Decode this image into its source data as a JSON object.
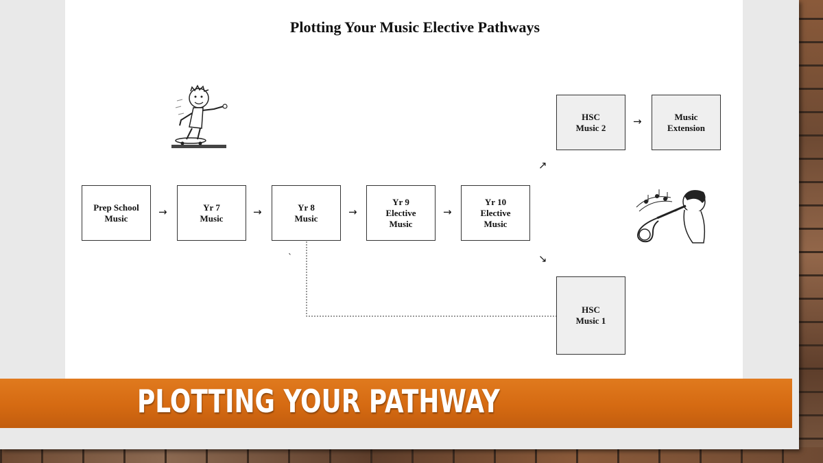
{
  "document": {
    "title": "Plotting Your Music Elective Pathways"
  },
  "pathway": {
    "prep_school": "Prep School\nMusic",
    "yr7": "Yr 7\nMusic",
    "yr8": "Yr 8\nMusic",
    "yr9": "Yr 9\nElective\nMusic",
    "yr10": "Yr 10\nElective\nMusic",
    "hsc_music2": "HSC\nMusic 2",
    "music_extension": "Music\nExtension",
    "hsc_music1": "HSC\nMusic 1"
  },
  "arrows": {
    "right": "→",
    "up_right": "↗",
    "down_right": "↘",
    "tick": "`"
  },
  "banner": {
    "text": "PLOTTING YOUR PATHWAY",
    "color": "#d56a12"
  },
  "icons": [
    "skateboarder-icon",
    "saxophone-player-icon"
  ]
}
